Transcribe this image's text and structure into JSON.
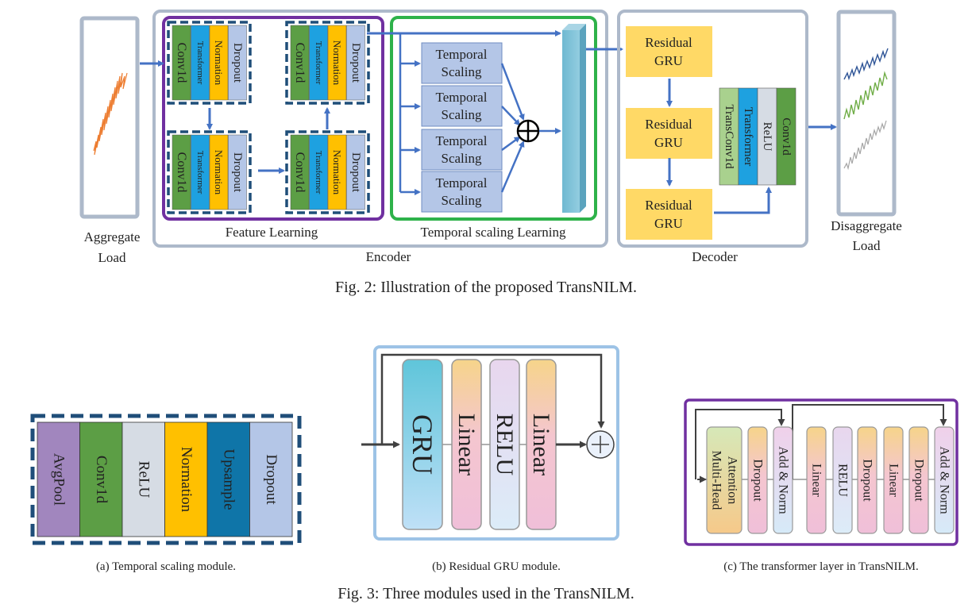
{
  "fig2": {
    "aggregate": [
      "Aggregate",
      "Load"
    ],
    "disaggregate": [
      "Disaggregate",
      "Load"
    ],
    "feature_learning": "Feature Learning",
    "temporal_scaling_learning": "Temporal scaling Learning",
    "encoder": "Encoder",
    "decoder": "Decoder",
    "fl_layers": [
      "Conv1d",
      "Transformer",
      "Normation",
      "Dropout"
    ],
    "temporal_scaling": [
      "Temporal",
      "Scaling"
    ],
    "residual_gru": [
      "Residual",
      "GRU"
    ],
    "decoder_layers": [
      "TransConv1d",
      "Transformer",
      "ReLU",
      "Conv1d"
    ],
    "add_symbol": "⊕",
    "caption": "Fig. 2: Illustration of the proposed TransNILM."
  },
  "fig3": {
    "a_layers": [
      "AvgPool",
      "Conv1d",
      "ReLU",
      "Normation",
      "Upsample",
      "Dropout"
    ],
    "a_caption": "(a) Temporal scaling module.",
    "b_layers": [
      "GRU",
      "Linear",
      "RELU",
      "Linear"
    ],
    "b_caption": "(b) Residual GRU module.",
    "c_layers": [
      "Multi-Head Attention",
      "Dropout",
      "Add & Norm",
      "Linear",
      "RELU",
      "Dropout",
      "Linear",
      "Dropout",
      "Add & Norm"
    ],
    "c_caption": "(c) The transformer layer in TransNILM.",
    "caption": "Fig. 3: Three modules used in the TransNILM."
  },
  "colors": {
    "conv": "#5c9e45",
    "transformer": "#1ea1e0",
    "normation": "#ffc000",
    "dropout": "#b4c6e7",
    "relu": "#d6dce4",
    "avgpool": "#a186be",
    "upsample": "#0f75a8",
    "gru_yellow": "#ffd966",
    "arrow": "#4472c4",
    "encoder_border": "#adb9ca",
    "feature_border": "#7030a0",
    "temporal_border": "#2eb24a",
    "dashed_box": "#1f4e79"
  }
}
